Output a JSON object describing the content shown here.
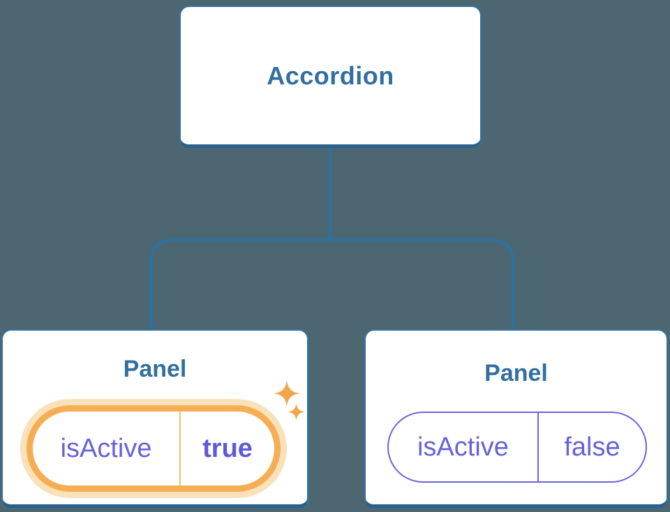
{
  "canvas": {
    "background": "#4C6771",
    "description": "React component tree diagram: Accordion parent with two Panel children and their isActive props"
  },
  "colors": {
    "connector_blue": "#2B72A4",
    "box_border_blue": "#3172A3",
    "box_border_bottom_blue": "#27618C",
    "title_blue": "#336F9E",
    "prop_purple": "#6762D9",
    "prop_purple_bold": "#5F59D9",
    "pill_border_purple": "#6A65DB",
    "highlight_orange": "#F6AE55",
    "highlight_halo_orange": "#F9E1BA",
    "sparkle_orange": "#F2A64B"
  },
  "tree": {
    "root": {
      "label": "Accordion"
    },
    "children": [
      {
        "title": "Panel",
        "prop": {
          "name": "isActive",
          "value": "true"
        },
        "highlighted": true,
        "badge_icon": "sparkles-icon"
      },
      {
        "title": "Panel",
        "prop": {
          "name": "isActive",
          "value": "false"
        },
        "highlighted": false
      }
    ]
  }
}
